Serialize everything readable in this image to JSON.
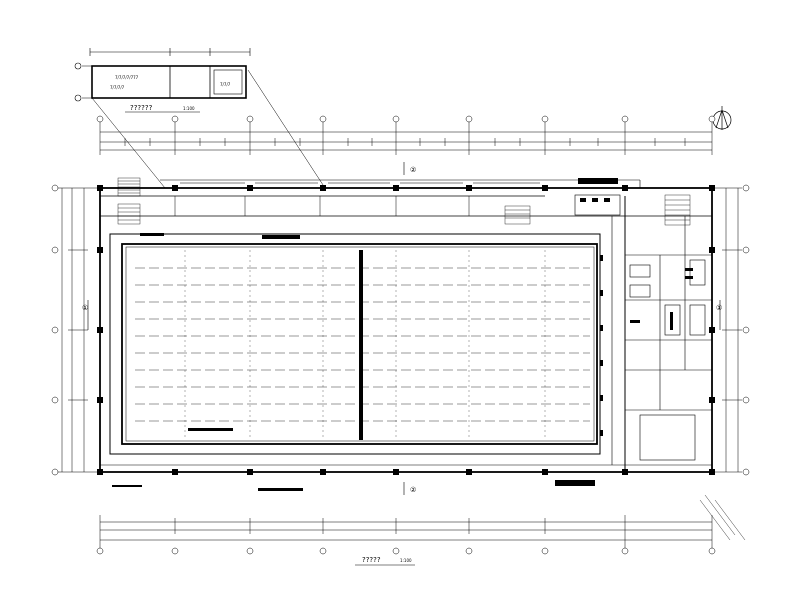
{
  "drawing": {
    "inset_title": "??????",
    "inset_scale": "1:100",
    "main_title": "?????",
    "main_scale": "1:100",
    "inset_labels": [
      "7/7/7/7/777",
      "7/7/7/7",
      "7/7/7"
    ],
    "section_markers": [
      "①",
      "②"
    ],
    "north_symbol": "north-arrow"
  },
  "colors": {
    "line": "#000000",
    "background": "#ffffff",
    "solid_fill": "#000000"
  }
}
